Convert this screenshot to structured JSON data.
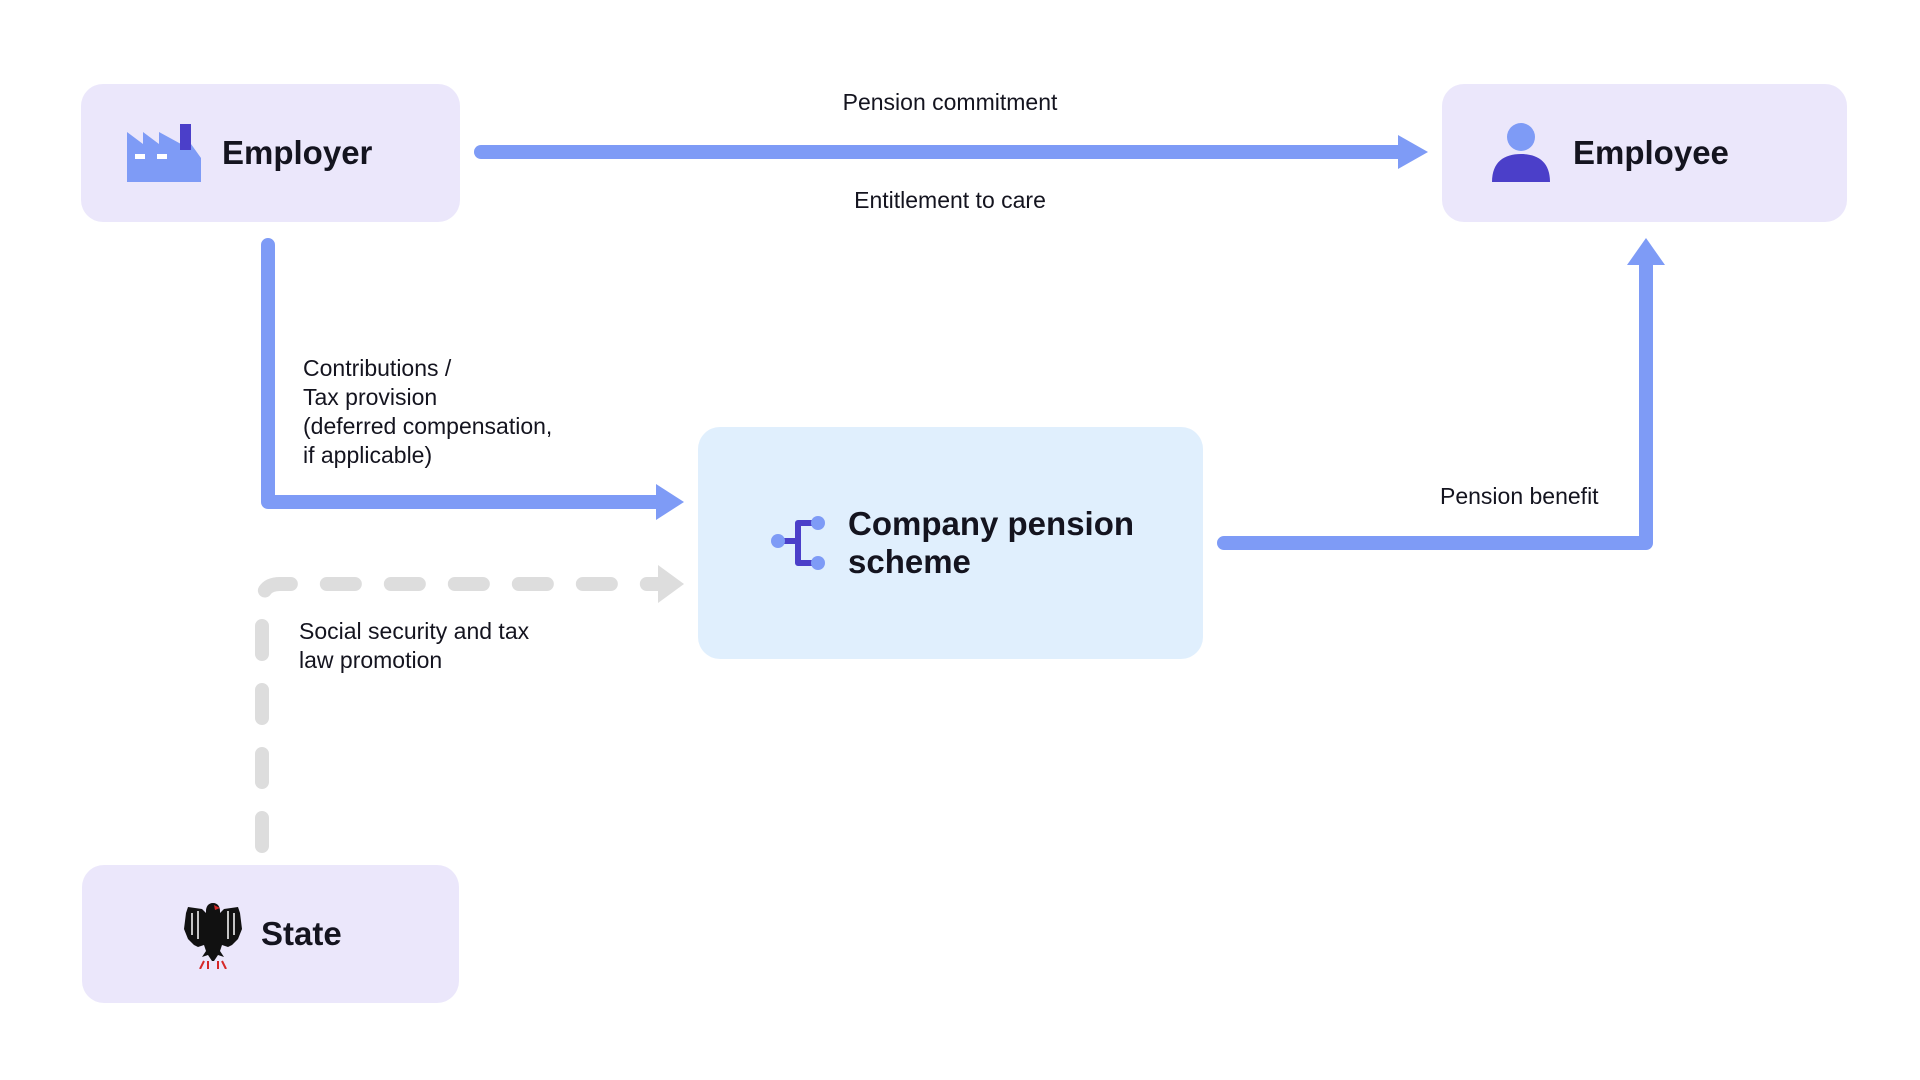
{
  "nodes": {
    "employer": {
      "label": "Employer",
      "icon": "factory-icon"
    },
    "employee": {
      "label": "Employee",
      "icon": "person-icon"
    },
    "scheme": {
      "label": "Company pension scheme",
      "icon": "pension-tree-icon"
    },
    "state": {
      "label": "State",
      "icon": "federal-eagle-icon"
    }
  },
  "edges": {
    "commitment": {
      "label": "Pension commitment"
    },
    "care": {
      "label": "Entitlement to care"
    },
    "contributions": {
      "label": "Contributions /\nTax provision\n(deferred compensation,\nif applicable)"
    },
    "social": {
      "label": "Social security and tax\nlaw promotion"
    },
    "benefit": {
      "label": "Pension benefit"
    }
  },
  "colors": {
    "arrow": "#7e9bf6",
    "dashed_arrow": "#dddddd",
    "node_fill": "#ebe7fb",
    "scheme_fill": "#e0effd",
    "icon_light": "#7e9bf6",
    "icon_dark": "#4b3fc9"
  }
}
